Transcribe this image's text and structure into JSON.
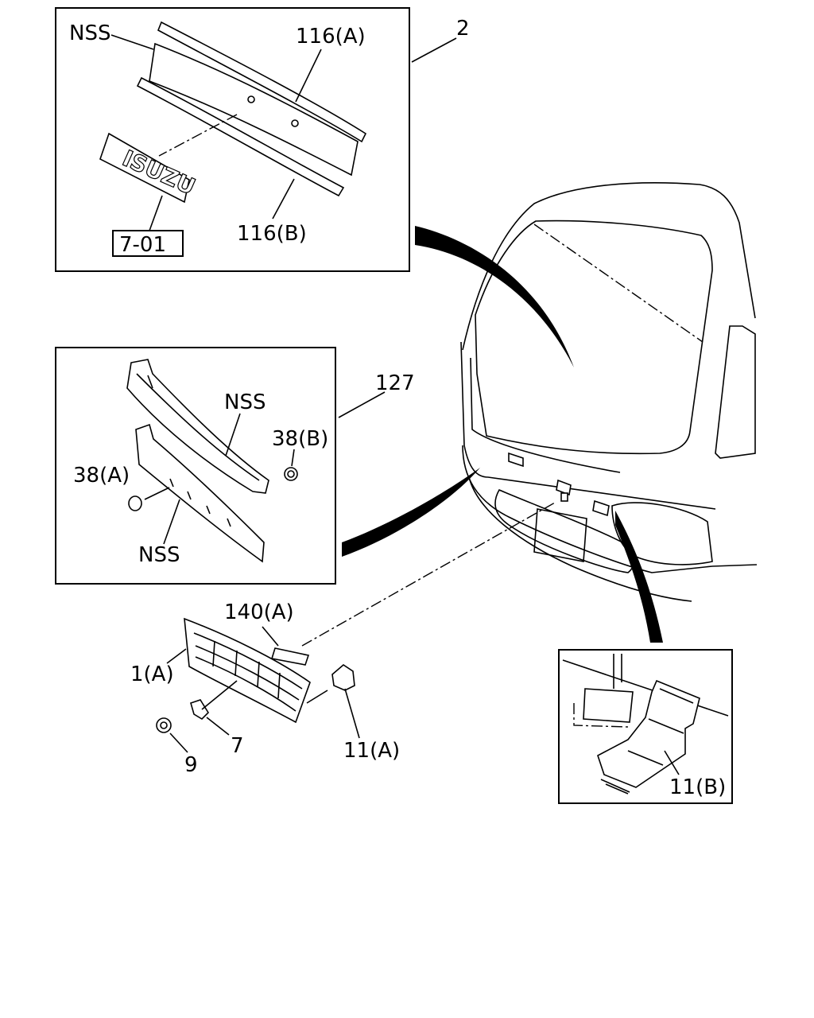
{
  "callouts": {
    "nss_top": "NSS",
    "p116a": "116(A)",
    "p2": "2",
    "p701": "7-01",
    "p116b": "116(B)",
    "p127": "127",
    "nss_mid": "NSS",
    "p38b": "38(B)",
    "p38a": "38(A)",
    "nss_low": "NSS",
    "p140a": "140(A)",
    "p1a": "1(A)",
    "p7": "7",
    "p9": "9",
    "p11a": "11(A)",
    "p11b": "11(B)"
  },
  "emblem_text": "ISUZU"
}
